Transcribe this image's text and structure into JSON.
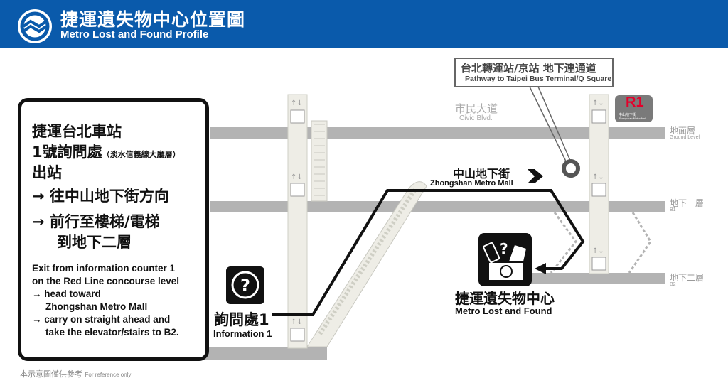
{
  "header": {
    "title": "捷運遺失物中心位置圖",
    "subtitle": "Metro Lost and Found Profile",
    "logo_icon": "taipei-metro-logo"
  },
  "instructions": {
    "zh_line1": "捷運台北車站",
    "zh_line2": "1號詢問處",
    "zh_line2_note": "（淡水信義線大廳層）",
    "zh_line3": "出站",
    "zh_step1": "→ 往中山地下街方向",
    "zh_step2": "→ 前行至樓梯/電梯",
    "zh_step2b": "到地下二層",
    "en_line1": "Exit from information counter 1",
    "en_line2": "on the Red Line concourse level",
    "en_step1": "→ head toward",
    "en_step1b": "Zhongshan Metro Mall",
    "en_step2": "→ carry on straight ahead and",
    "en_step2b": "take the elevator/stairs to B2."
  },
  "callout": {
    "zh": "台北轉運站/京站  地下連通道",
    "en": "Pathway to Taipei Bus Terminal/Q Square"
  },
  "street": {
    "zh": "市民大道",
    "en": "Civic Blvd."
  },
  "exit_badge": {
    "code": "R1",
    "zh": "中山地下街",
    "en": "Zhongshan Metro Mall"
  },
  "levels": [
    {
      "zh": "地面層",
      "en": "Ground Level"
    },
    {
      "zh": "地下一層",
      "en": "B1"
    },
    {
      "zh": "地下二層",
      "en": "B2"
    }
  ],
  "mall_label": {
    "zh": "中山地下街",
    "en": "Zhongshan Metro Mall"
  },
  "info_counter": {
    "zh": "詢問處1",
    "en": "Information 1",
    "icon": "question-icon"
  },
  "lost_found": {
    "zh": "捷運遺失物中心",
    "en": "Metro Lost and Found",
    "icon": "lost-and-found-icon"
  },
  "footer": {
    "zh": "本示意圖僅供參考",
    "en": "For reference only"
  },
  "colors": {
    "brand_blue": "#0a5aab",
    "floor_gray": "#b3b3b3",
    "badge_red": "#e4002b"
  }
}
